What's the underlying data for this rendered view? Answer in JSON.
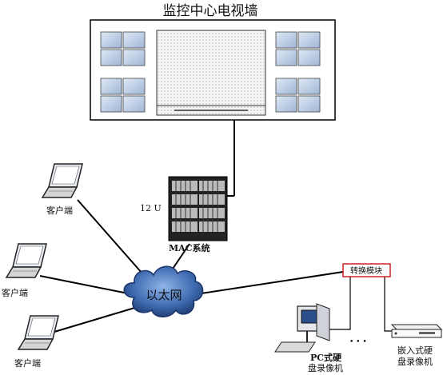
{
  "title": "监控中心电视墙",
  "server": {
    "units_label": "12 U",
    "name": "MAC系统"
  },
  "clients": [
    {
      "label": "客户端"
    },
    {
      "label": "客户端"
    },
    {
      "label": "客户端"
    }
  ],
  "network": {
    "label": "以太网"
  },
  "converter": {
    "label": "转换模块",
    "border_color": "#cc2222"
  },
  "ellipsis": "• • •",
  "recorders": {
    "pc": {
      "line1": "PC式硬",
      "line2": "盘录像机"
    },
    "embedded": {
      "line1": "嵌入式硬",
      "line2": "盘录像机"
    }
  },
  "colors": {
    "cloud_dark": "#1f3f7a",
    "cloud_light": "#6f9ad6",
    "line": "#000000"
  }
}
